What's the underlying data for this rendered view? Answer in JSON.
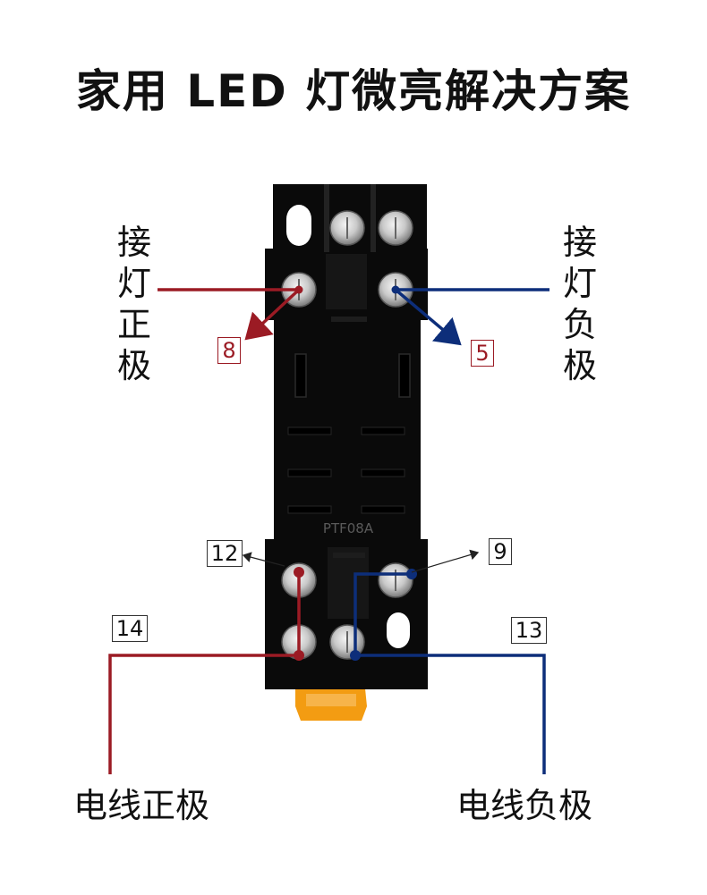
{
  "title": "家用 LED 灯微亮解决方案",
  "left_top_label": [
    "接",
    "灯",
    "正",
    "极"
  ],
  "right_top_label": [
    "接",
    "灯",
    "负",
    "极"
  ],
  "bottom_left_label": "电线正极",
  "bottom_right_label": "电线负极",
  "model_marking": "PTF08A",
  "pins": {
    "p8": "8",
    "p5": "5",
    "p12": "12",
    "p9": "9",
    "p14": "14",
    "p13": "13"
  },
  "colors": {
    "positive": "#9b1b24",
    "negative": "#0d2e7a",
    "socket": "#0a0a0a",
    "clip": "#f39c12"
  }
}
